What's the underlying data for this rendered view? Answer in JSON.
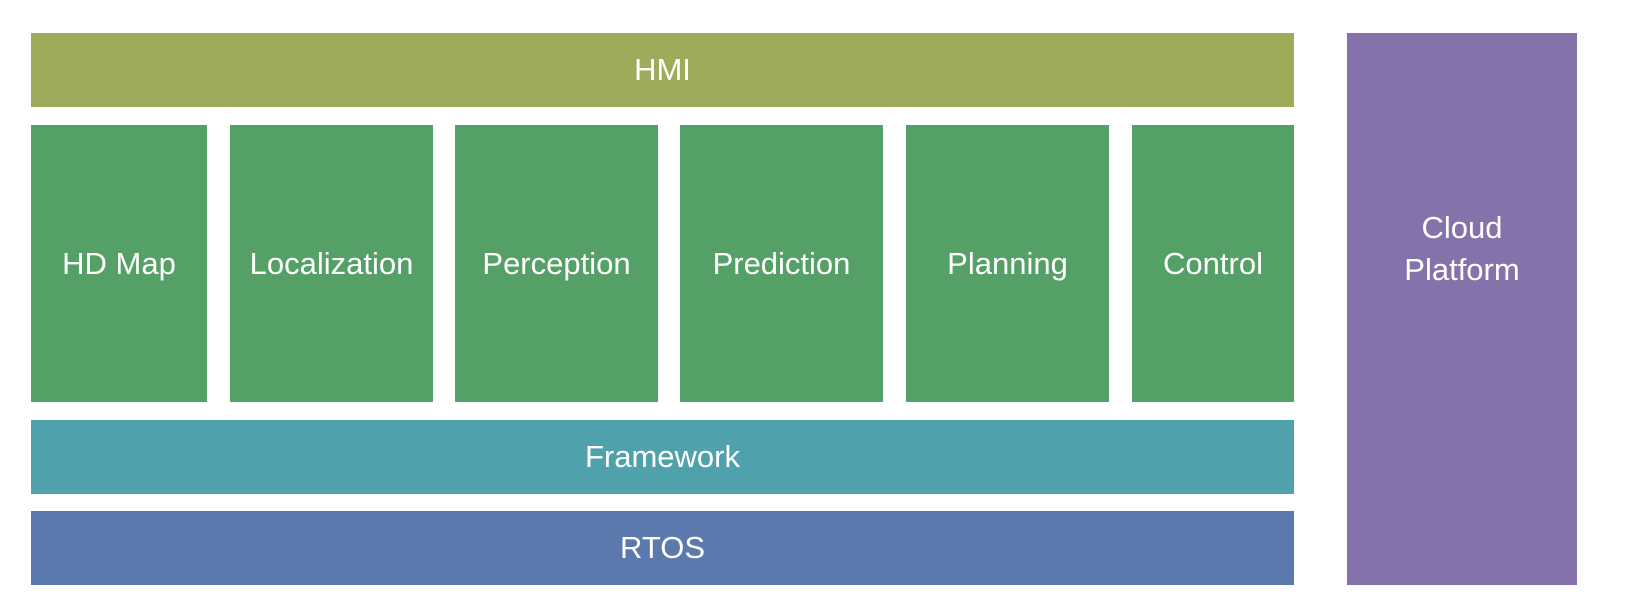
{
  "diagram": {
    "hmi": {
      "label": "HMI",
      "color": "#9dab5b"
    },
    "modules": [
      {
        "label": "HD Map"
      },
      {
        "label": "Localization"
      },
      {
        "label": "Perception"
      },
      {
        "label": "Prediction"
      },
      {
        "label": "Planning"
      },
      {
        "label": "Control"
      }
    ],
    "module_color": "#55a067",
    "framework": {
      "label": "Framework",
      "color": "#4fa1ab"
    },
    "rtos": {
      "label": "RTOS",
      "color": "#5b79ad"
    },
    "cloud": {
      "label": "Cloud\nPlatform",
      "color": "#8572aa"
    }
  }
}
